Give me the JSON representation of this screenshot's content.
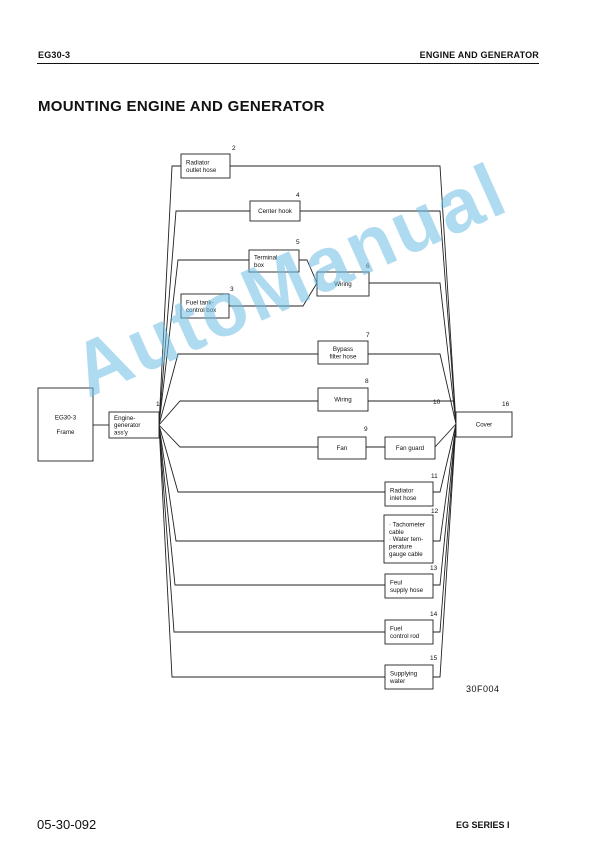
{
  "header": {
    "left": "EG30-3",
    "right": "ENGINE AND GENERATOR"
  },
  "title": "MOUNTING ENGINE AND GENERATOR",
  "figure_code": "30F004",
  "footer": {
    "left": "05-30-092",
    "right": "EG SERIES I"
  },
  "watermark": "AutoManual",
  "diagram": {
    "nodes": [
      {
        "id": "frame",
        "lines": [
          "EG30-3",
          "",
          "Frame"
        ],
        "num": ""
      },
      {
        "id": "engine",
        "lines": [
          "Engine-",
          "generator",
          "ass'y"
        ],
        "num": "1"
      },
      {
        "id": "radiator_outlet",
        "lines": [
          "Radiator",
          "outlet hose"
        ],
        "num": "2"
      },
      {
        "id": "center_hook",
        "lines": [
          "Center hook"
        ],
        "num": "4"
      },
      {
        "id": "terminal_box",
        "lines": [
          "Terminal",
          "box"
        ],
        "num": "5"
      },
      {
        "id": "fuel_tank",
        "lines": [
          "Fuel tank-",
          "control box"
        ],
        "num": "3"
      },
      {
        "id": "wiring6",
        "lines": [
          "Wiring"
        ],
        "num": "6"
      },
      {
        "id": "bypass",
        "lines": [
          "Bypass",
          "filter hose"
        ],
        "num": "7"
      },
      {
        "id": "wiring8",
        "lines": [
          "Wiring"
        ],
        "num": "8"
      },
      {
        "id": "fan",
        "lines": [
          "Fan"
        ],
        "num": "9"
      },
      {
        "id": "fan_guard",
        "lines": [
          "Fan guard"
        ],
        "num": "10"
      },
      {
        "id": "radiator_inlet",
        "lines": [
          "Radiator",
          "inlet hose"
        ],
        "num": "11"
      },
      {
        "id": "tacho",
        "lines": [
          "· Tachometer",
          "  cable",
          "· Water tem-",
          "  perature",
          "  gauge cable"
        ],
        "num": "12"
      },
      {
        "id": "fuel_supply",
        "lines": [
          "Feul",
          "supply hose"
        ],
        "num": "13"
      },
      {
        "id": "fuel_control",
        "lines": [
          "Fuel",
          "control rod"
        ],
        "num": "14"
      },
      {
        "id": "water",
        "lines": [
          "Supplying",
          "water"
        ],
        "num": "15"
      },
      {
        "id": "cover",
        "lines": [
          "Cover"
        ],
        "num": "16"
      }
    ]
  }
}
